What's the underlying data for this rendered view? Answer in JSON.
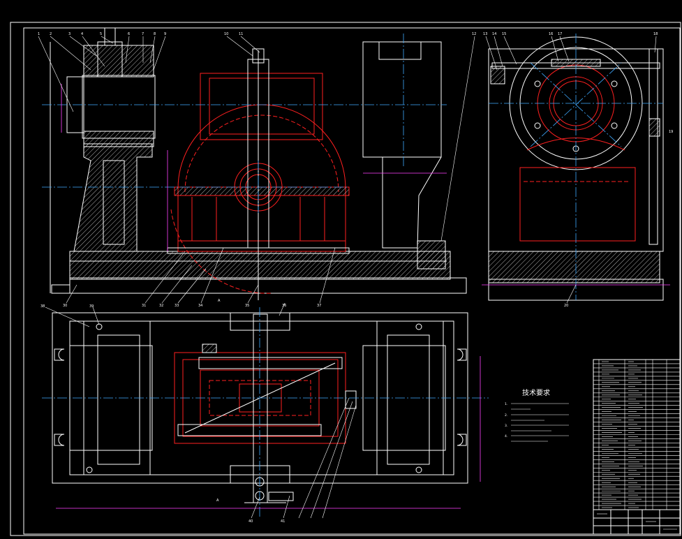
{
  "tech_requirements": {
    "title": "技术要求",
    "items": [
      "1.",
      "2.",
      "3.",
      "4."
    ]
  },
  "balloons": {
    "top": [
      "1",
      "2",
      "3",
      "4",
      "5",
      "6",
      "7",
      "8",
      "9",
      "10",
      "11",
      "12",
      "13",
      "14",
      "15",
      "16",
      "17",
      "18",
      "19"
    ],
    "bottom_left": [
      "30",
      "31",
      "32",
      "33",
      "34",
      "35",
      "36",
      "37",
      "38",
      "39",
      "40",
      "41"
    ],
    "bottom_right": [
      "20"
    ]
  },
  "section_marks": {
    "a1": "A",
    "a2": "A"
  },
  "colors": {
    "background": "#000000",
    "outline": "#ffffff",
    "hidden": "#ff2020",
    "centerline": "#3fa9ff",
    "dimension": "#ff40ff"
  }
}
